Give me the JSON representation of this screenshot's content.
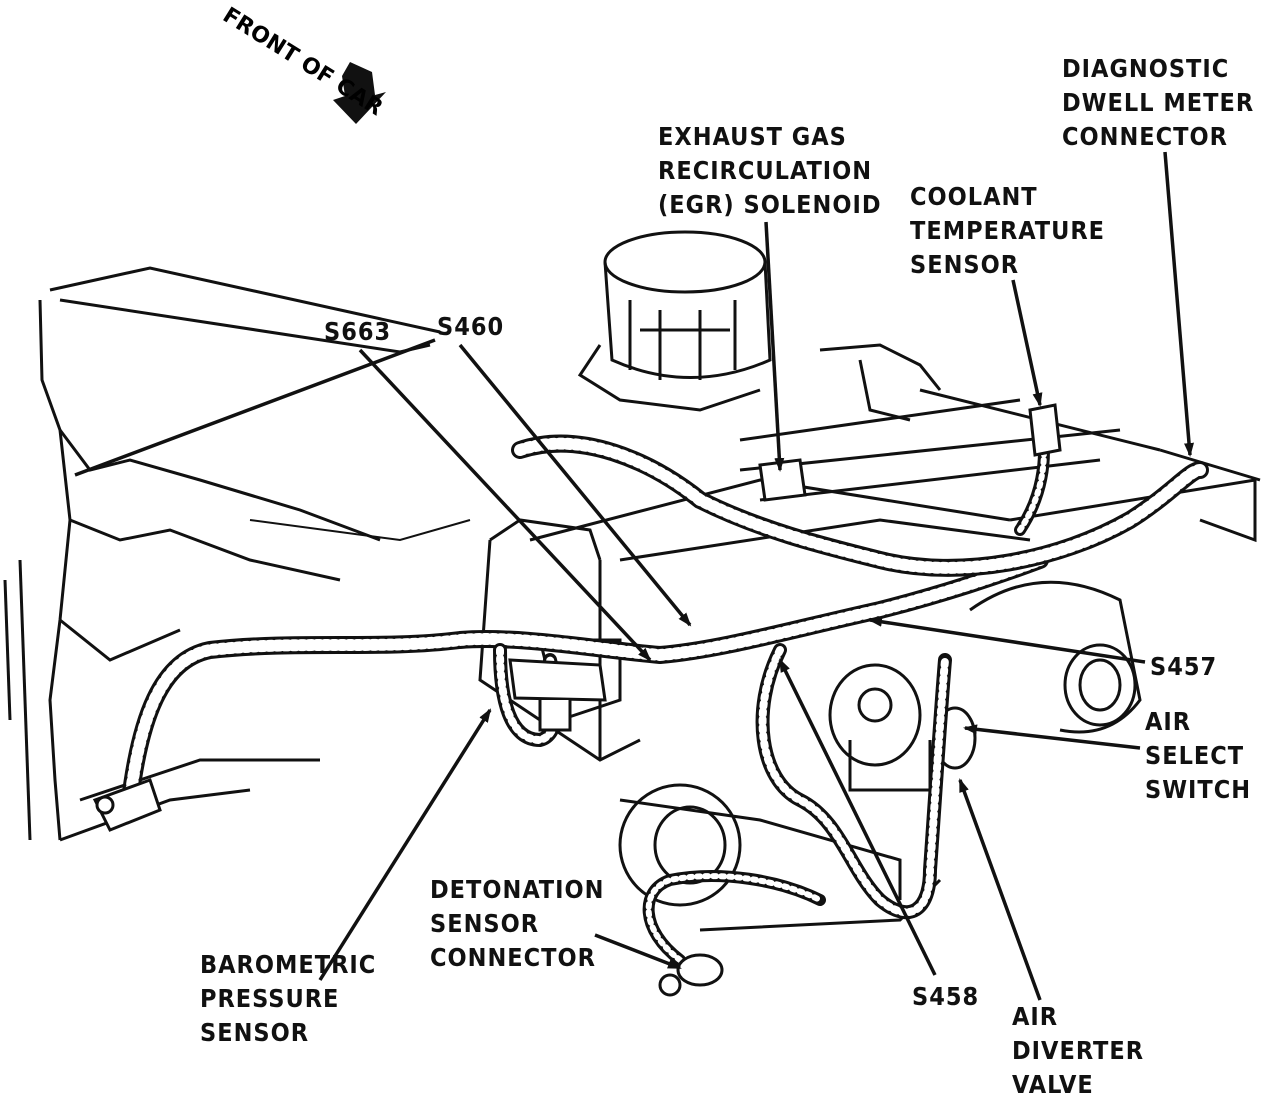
{
  "orientation": {
    "line1": "FRONT",
    "line2": "OF CAR"
  },
  "labels": {
    "egr": [
      "EXHAUST GAS",
      "RECIRCULATION",
      "(EGR) SOLENOID"
    ],
    "diagnostic": [
      "DIAGNOSTIC",
      "DWELL METER",
      "CONNECTOR"
    ],
    "coolant": [
      "COOLANT",
      "TEMPERATURE",
      "SENSOR"
    ],
    "s663": "S663",
    "s460": "S460",
    "s457": "S457",
    "air_select": [
      "AIR",
      "SELECT",
      "SWITCH"
    ],
    "detonation": [
      "DETONATION",
      "SENSOR",
      "CONNECTOR"
    ],
    "barometric": [
      "BAROMETRIC",
      "PRESSURE",
      "SENSOR"
    ],
    "s458": "S458",
    "air_diverter": [
      "AIR",
      "DIVERTER",
      "VALVE"
    ]
  },
  "colors": {
    "ink": "#111111",
    "paper": "#ffffff"
  }
}
